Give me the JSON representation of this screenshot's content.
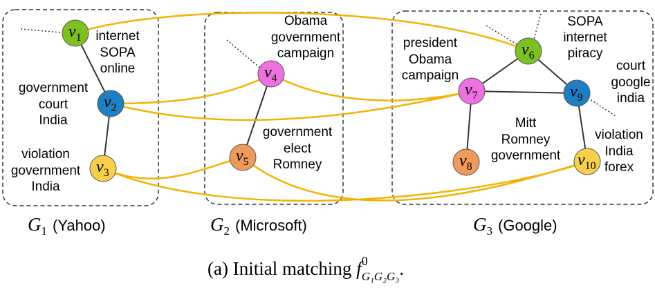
{
  "groups": [
    {
      "id": "G1",
      "label_main": "G",
      "label_sub": "1",
      "name": "(Yahoo)"
    },
    {
      "id": "G2",
      "label_main": "G",
      "label_sub": "2",
      "name": "(Microsoft)"
    },
    {
      "id": "G3",
      "label_main": "G",
      "label_sub": "3",
      "name": "(Google)"
    }
  ],
  "nodes": [
    {
      "id": "v1",
      "main": "v",
      "sub": "1",
      "color": "#7dc022",
      "keywords": [
        "internet",
        "SOPA",
        "online"
      ]
    },
    {
      "id": "v2",
      "main": "v",
      "sub": "2",
      "color": "#1e7fc4",
      "keywords": [
        "government",
        "court",
        "India"
      ]
    },
    {
      "id": "v3",
      "main": "v",
      "sub": "3",
      "color": "#f7cf4a",
      "keywords": [
        "violation",
        "government",
        "India"
      ]
    },
    {
      "id": "v4",
      "main": "v",
      "sub": "4",
      "color": "#ef70e0",
      "keywords": [
        "Obama",
        "government",
        "campaign"
      ]
    },
    {
      "id": "v5",
      "main": "v",
      "sub": "5",
      "color": "#ef9a5a",
      "keywords": [
        "government",
        "elect",
        "Romney"
      ]
    },
    {
      "id": "v6",
      "main": "v",
      "sub": "6",
      "color": "#7dc022",
      "keywords": [
        "SOPA",
        "internet",
        "piracy"
      ]
    },
    {
      "id": "v7",
      "main": "v",
      "sub": "7",
      "color": "#ef70e0",
      "keywords": [
        "president",
        "Obama",
        "campaign"
      ]
    },
    {
      "id": "v8",
      "main": "v",
      "sub": "8",
      "color": "#ef9a5a",
      "keywords": []
    },
    {
      "id": "v9",
      "main": "v",
      "sub": "9",
      "color": "#1e7fc4",
      "keywords": [
        "court",
        "google",
        "india"
      ]
    },
    {
      "id": "v10",
      "main": "v",
      "sub": "10",
      "color": "#f7cf4a",
      "keywords": [
        "violation",
        "India",
        "forex"
      ]
    }
  ],
  "shared_keywords": [
    "Mitt",
    "Romney",
    "government"
  ],
  "edges": [
    [
      "v1",
      "v2"
    ],
    [
      "v2",
      "v3"
    ],
    [
      "v4",
      "v5"
    ],
    [
      "v6",
      "v7"
    ],
    [
      "v6",
      "v9"
    ],
    [
      "v7",
      "v9"
    ],
    [
      "v7",
      "v8"
    ],
    [
      "v9",
      "v10"
    ]
  ],
  "matchings": [
    [
      "v1",
      "v6"
    ],
    [
      "v2",
      "v4"
    ],
    [
      "v2",
      "v7"
    ],
    [
      "v4",
      "v7"
    ],
    [
      "v3",
      "v5"
    ],
    [
      "v5",
      "v10"
    ],
    [
      "v3",
      "v10"
    ]
  ],
  "colors": {
    "matching": "#f2b300",
    "edge": "#333333"
  },
  "caption": {
    "prefix": "(a)  Initial matching ",
    "f": "f",
    "sup": "0",
    "sub": "G₁G₂G₃",
    "suffix": "."
  }
}
